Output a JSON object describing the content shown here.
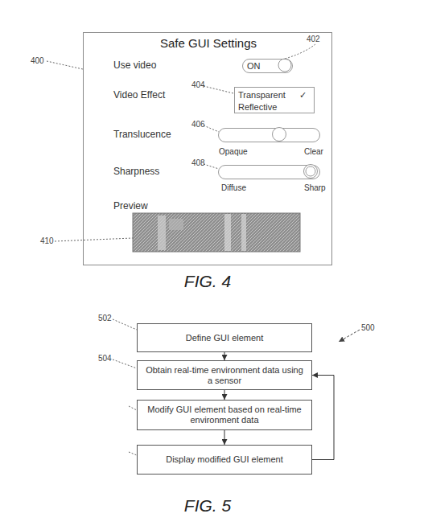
{
  "diagram": {
    "nodes": [
      {
        "text": [
          "Safe GUI Settings",
          "Use video",
          "Video Effect",
          "Translucence",
          "Sharpness",
          "Preview"
        ]
      },
      {
        "text": [
          "ON"
        ],
        "in": 0
      },
      {
        "text": [
          "Transparent",
          "✓",
          "Reflective"
        ],
        "in": 0
      },
      {
        "text": [
          "Opaque",
          "Clear"
        ],
        "in": 0
      },
      {
        "text": [
          "Diffuse",
          "Sharp"
        ],
        "in": 0
      },
      {
        "text": [
          "Define GUI element"
        ]
      },
      {
        "text": [
          "Obtain real-time environment data using a sensor"
        ]
      },
      {
        "text": [
          "Modify GUI element based on real-time environment data"
        ]
      },
      {
        "text": [
          "Display modified GUI element"
        ]
      }
    ],
    "edges": [
      {
        "from": 5,
        "to": 6,
        "arrow": "to"
      },
      {
        "from": 6,
        "to": 7,
        "arrow": "to"
      },
      {
        "from": 7,
        "to": 8,
        "arrow": "to"
      },
      {
        "from": 8,
        "to": 6,
        "arrow": "to"
      }
    ],
    "labels": [
      "400",
      "402",
      "404",
      "406",
      "408",
      "410",
      "FIG. 4",
      "502",
      "500",
      "504",
      "FIG. 5"
    ]
  }
}
